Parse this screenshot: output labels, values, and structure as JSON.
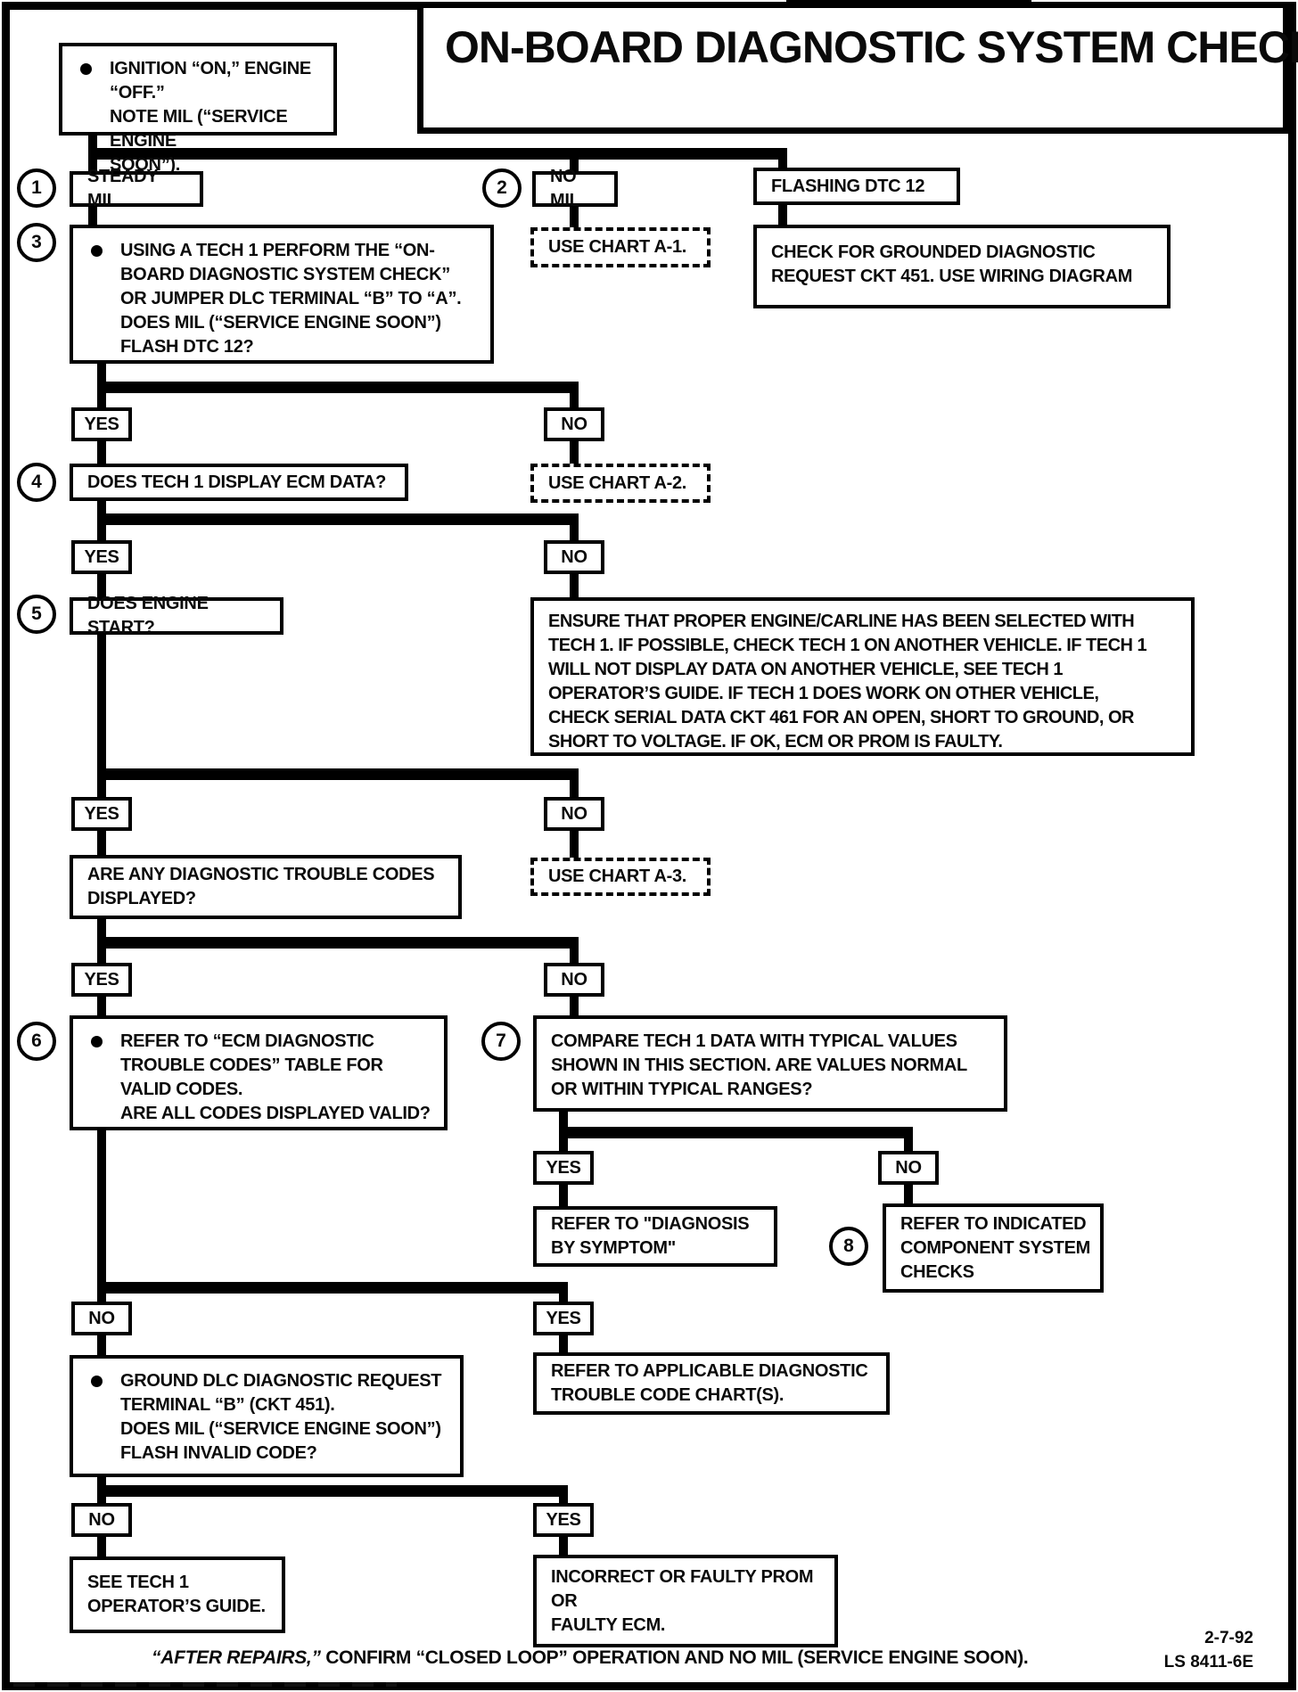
{
  "header": {
    "title": "ON-BOARD DIAGNOSTIC SYSTEM CHECK"
  },
  "labels": {
    "yes": "YES",
    "no": "NO"
  },
  "circles": {
    "c1": "1",
    "c2": "2",
    "c3": "3",
    "c4": "4",
    "c5": "5",
    "c6": "6",
    "c7": "7",
    "c8": "8"
  },
  "nodes": {
    "start": "IGNITION “ON,” ENGINE “OFF.”\nNOTE MIL (“SERVICE ENGINE\nSOON”).",
    "steady_mil": "STEADY MIL",
    "no_mil": "NO MIL",
    "flashing_dtc": "FLASHING DTC 12",
    "use_chart_a1": "USE CHART A-1.",
    "check_grounded": "CHECK FOR GROUNDED DIAGNOSTIC\nREQUEST CKT 451.  USE WIRING DIAGRAM",
    "perform_check": "USING A TECH 1 PERFORM THE “ON-\nBOARD DIAGNOSTIC SYSTEM CHECK”\nOR JUMPER  DLC TERMINAL “B” TO “A”.\nDOES MIL (“SERVICE ENGINE SOON”)\nFLASH DTC 12?",
    "display_ecm": "DOES TECH 1 DISPLAY ECM DATA?",
    "use_chart_a2": "USE CHART A-2.",
    "engine_start": "DOES ENGINE START?",
    "ensure_engine": "ENSURE THAT PROPER ENGINE/CARLINE HAS BEEN SELECTED WITH\nTECH 1.  IF POSSIBLE, CHECK TECH 1 ON ANOTHER VEHICLE.  IF TECH 1\nWILL NOT DISPLAY DATA ON ANOTHER VEHICLE, SEE TECH 1\nOPERATOR’S GUIDE.  IF TECH 1 DOES WORK ON OTHER VEHICLE,\nCHECK SERIAL DATA CKT 461 FOR AN OPEN, SHORT TO GROUND, OR\nSHORT TO VOLTAGE.  IF OK, ECM OR PROM IS FAULTY.",
    "any_codes": "ARE ANY DIAGNOSTIC TROUBLE CODES\nDISPLAYED?",
    "use_chart_a3": "USE CHART A-3.",
    "valid_codes": "REFER TO “ECM DIAGNOSTIC\nTROUBLE CODES” TABLE FOR\nVALID CODES.\nARE ALL CODES DISPLAYED VALID?",
    "compare_values": "COMPARE TECH 1 DATA WITH TYPICAL VALUES\nSHOWN IN THIS SECTION.  ARE VALUES NORMAL\nOR WITHIN TYPICAL RANGES?",
    "diagnosis_symptom": "REFER TO \"DIAGNOSIS\nBY SYMPTOM\"",
    "component_checks": "REFER TO INDICATED\nCOMPONENT SYSTEM\nCHECKS",
    "applicable_charts": "REFER TO APPLICABLE DIAGNOSTIC\nTROUBLE CODE CHART(S).",
    "ground_dlc": "GROUND DLC DIAGNOSTIC REQUEST\nTERMINAL “B” (CKT 451).\nDOES MIL (“SERVICE ENGINE SOON”)\nFLASH INVALID CODE?",
    "see_guide": "SEE TECH 1\nOPERATOR’S GUIDE.",
    "faulty_prom": "INCORRECT OR FAULTY PROM\nOR\nFAULTY ECM."
  },
  "footer": {
    "note_lead": "“AFTER REPAIRS,”",
    "note_rest": " CONFIRM “CLOSED LOOP” OPERATION AND NO MIL (SERVICE ENGINE SOON).",
    "date": "2-7-92",
    "doc_code": "LS 8411-6E"
  }
}
